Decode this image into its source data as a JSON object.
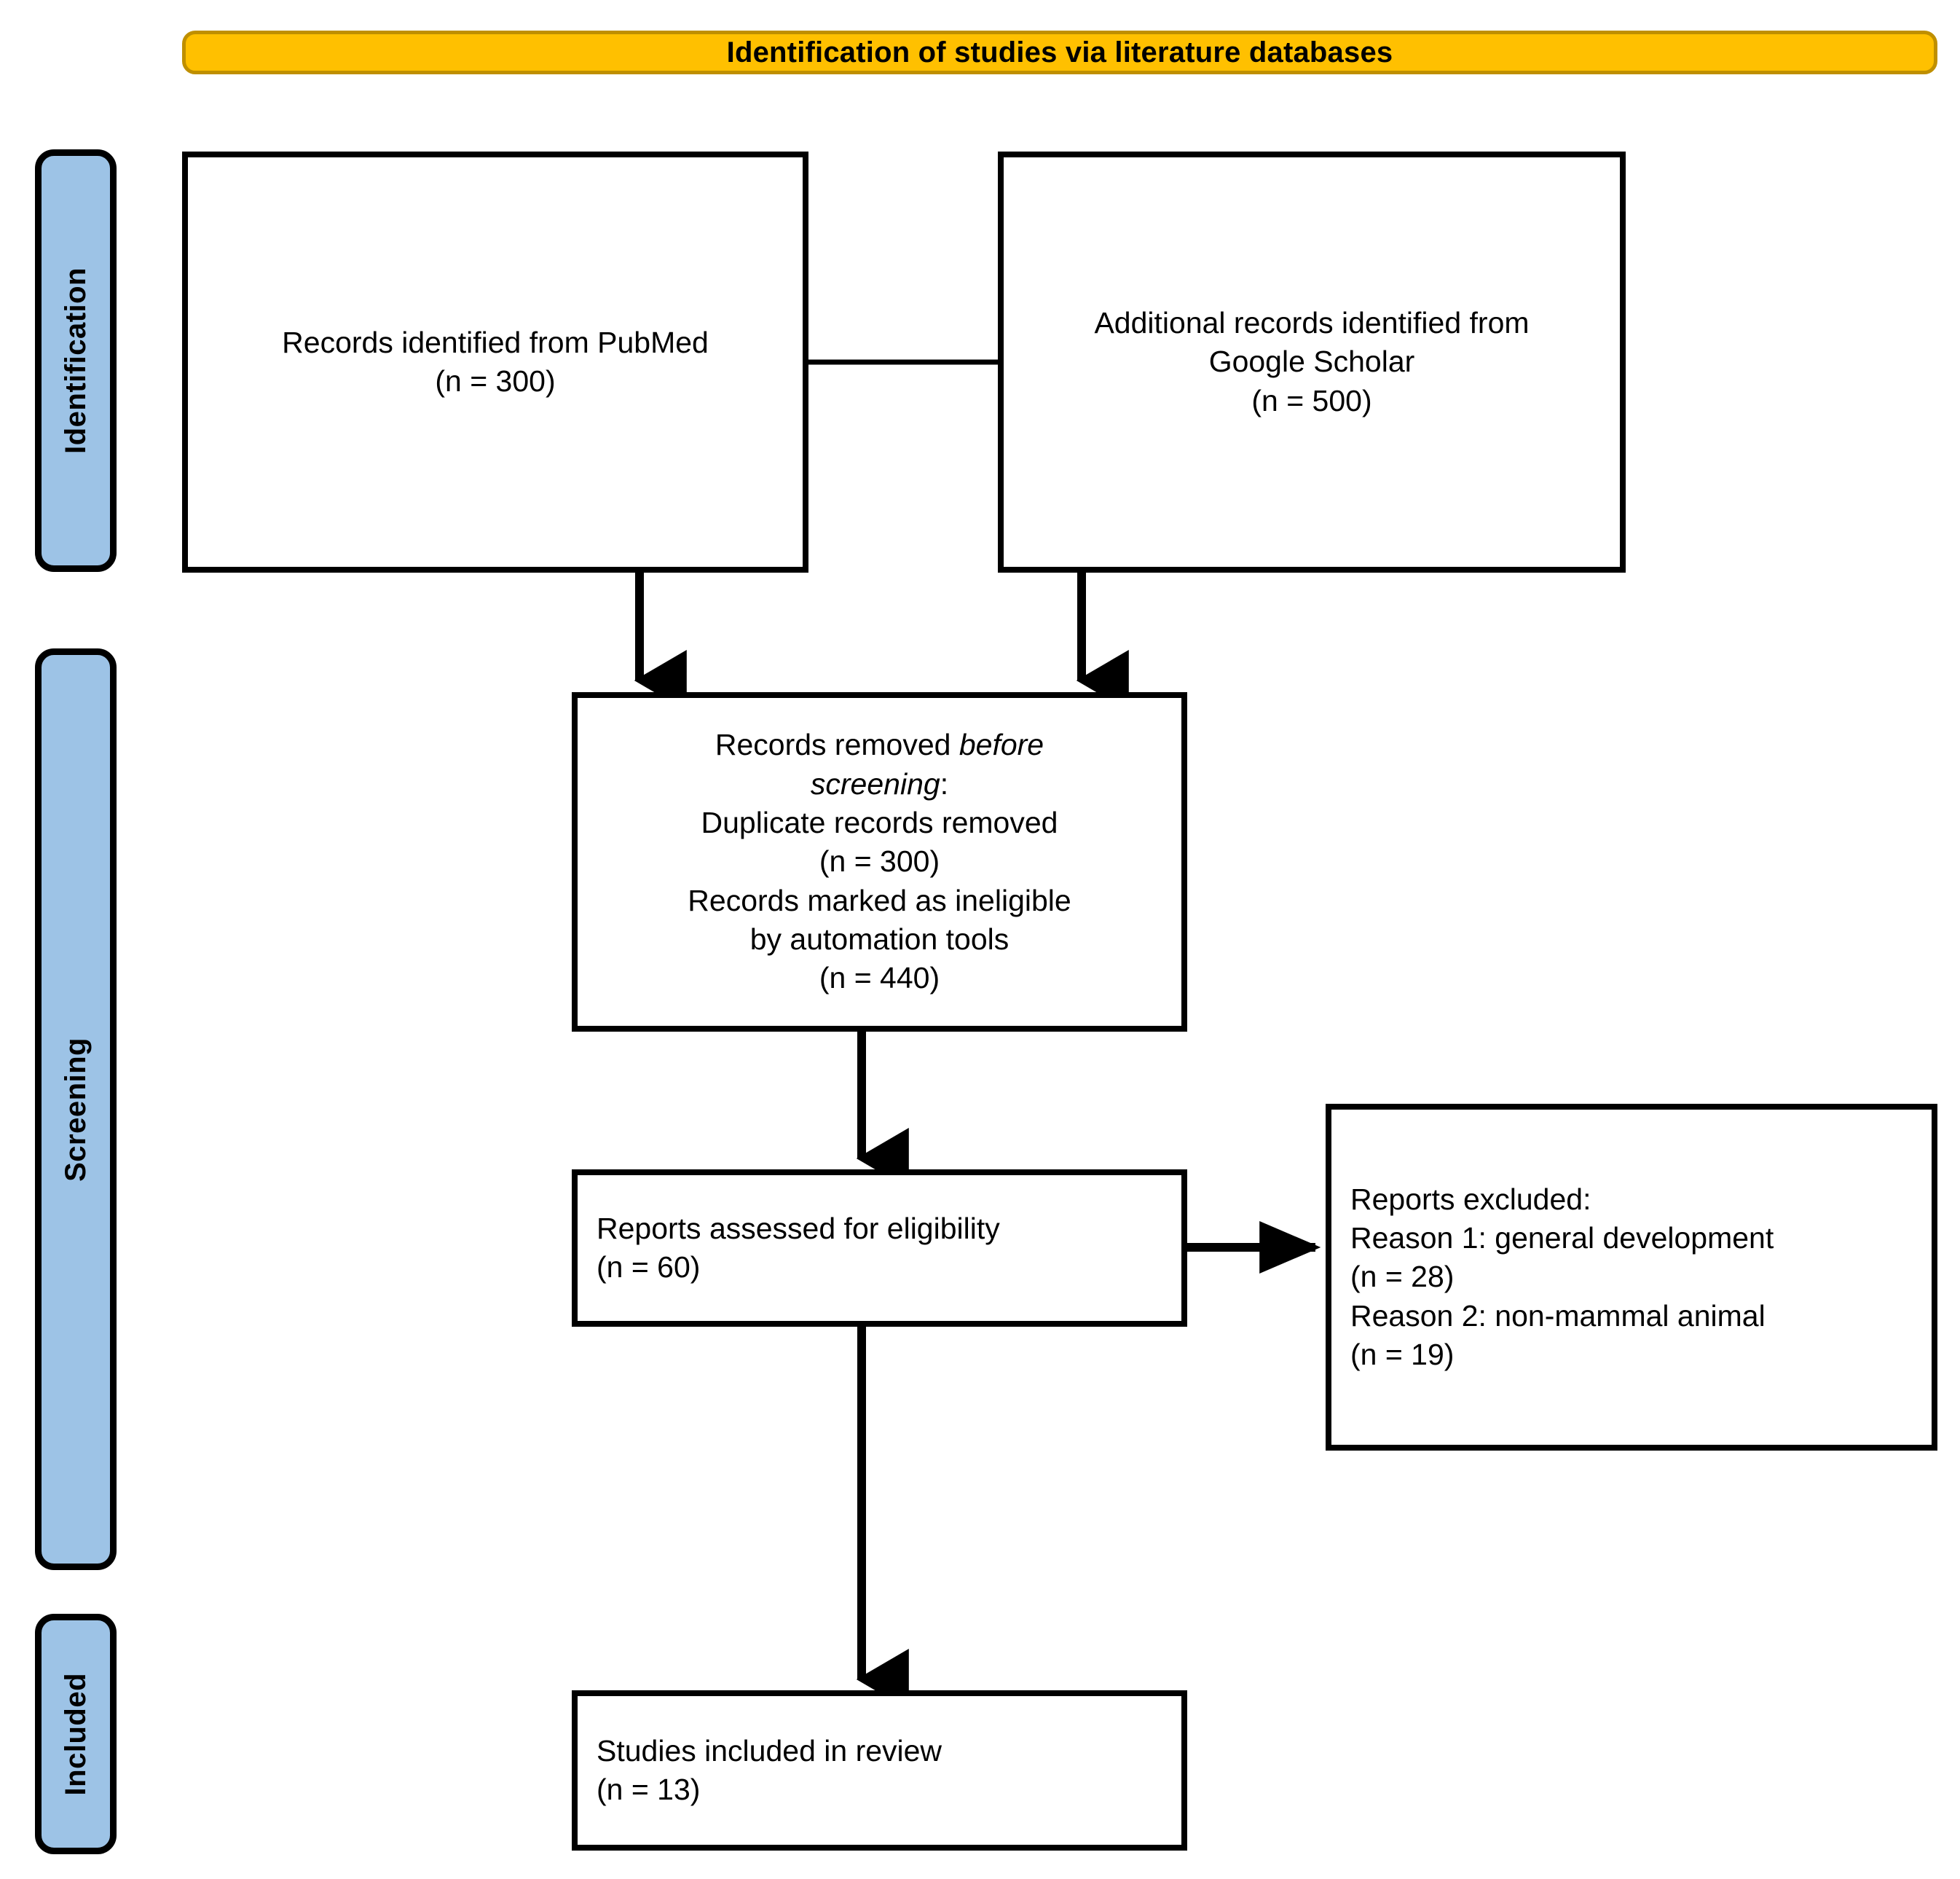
{
  "banner": {
    "title": "Identification of studies via literature databases",
    "fill_color": "#FFC000",
    "border_color": "#BF8F00"
  },
  "phases": {
    "fill_color": "#9DC3E6",
    "items": [
      {
        "id": "identification",
        "label": "Identification"
      },
      {
        "id": "screening",
        "label": "Screening"
      },
      {
        "id": "included",
        "label": "Included"
      }
    ]
  },
  "boxes": {
    "pubmed": {
      "line1": "Records identified from PubMed",
      "line2": "(n = 300)",
      "count": 300
    },
    "scholar": {
      "line1": "Additional records identified from",
      "line2": "Google Scholar",
      "line3": "(n = 500)",
      "count": 500
    },
    "removed": {
      "line1_pre": "Records removed ",
      "line1_italic": "before",
      "line2_italic": "screening",
      "line2_post": ":",
      "line3": "Duplicate records removed",
      "line4": "(n = 300)",
      "line5": "Records marked as ineligible",
      "line6": "by automation tools",
      "line7": "(n = 440)",
      "duplicates_count": 300,
      "automation_count": 440
    },
    "eligibility": {
      "line1": "Reports assessed for eligibility",
      "line2": "(n = 60)",
      "count": 60
    },
    "excluded": {
      "line1": "Reports excluded:",
      "line2": "Reason 1: general development",
      "line3": "(n = 28)",
      "line4": "Reason 2: non-mammal animal",
      "line5": "(n = 19)",
      "reason1_count": 28,
      "reason2_count": 19
    },
    "included": {
      "line1": "Studies included in review",
      "line2": "(n = 13)",
      "count": 13
    }
  },
  "chart_data": {
    "type": "diagram",
    "title": "Identification of studies via literature databases",
    "diagram_kind": "PRISMA flow diagram",
    "phases": [
      "Identification",
      "Screening",
      "Included"
    ],
    "nodes": [
      {
        "id": "pubmed",
        "phase": "Identification",
        "label": "Records identified from PubMed",
        "n": 300
      },
      {
        "id": "scholar",
        "phase": "Identification",
        "label": "Additional records identified from Google Scholar",
        "n": 500
      },
      {
        "id": "removed",
        "phase": "Screening",
        "label": "Records removed before screening",
        "n_duplicates": 300,
        "n_automation": 440
      },
      {
        "id": "eligibility",
        "phase": "Screening",
        "label": "Reports assessed for eligibility",
        "n": 60
      },
      {
        "id": "excluded",
        "phase": "Screening",
        "label": "Reports excluded",
        "n_reason1": 28,
        "n_reason2": 19
      },
      {
        "id": "included",
        "phase": "Included",
        "label": "Studies included in review",
        "n": 13
      }
    ],
    "edges": [
      {
        "from": "pubmed",
        "to": "removed",
        "type": "arrow-down"
      },
      {
        "from": "scholar",
        "to": "removed",
        "type": "arrow-down"
      },
      {
        "from": "pubmed",
        "to": "scholar",
        "type": "line-horizontal"
      },
      {
        "from": "removed",
        "to": "eligibility",
        "type": "arrow-down"
      },
      {
        "from": "eligibility",
        "to": "excluded",
        "type": "arrow-right"
      },
      {
        "from": "eligibility",
        "to": "included",
        "type": "arrow-down"
      }
    ]
  }
}
